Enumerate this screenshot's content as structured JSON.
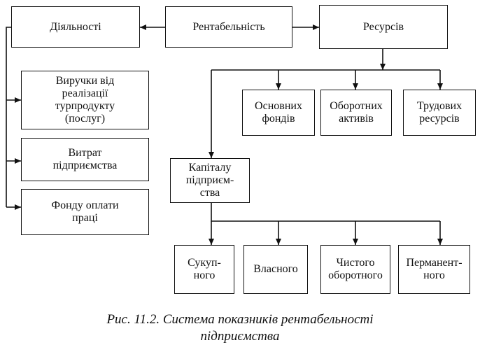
{
  "diagram": {
    "top": {
      "activity": "Діяльності",
      "profitability": "Рентабельність",
      "resources": "Ресурсів"
    },
    "activity_items": [
      "Виручки від\nреалізації\nтурпродукту\n(послуг)",
      "Витрат\nпідприємства",
      "Фонду оплати\nпраці"
    ],
    "resource_items": [
      "Основних\nфондів",
      "Оборотних\nактивів",
      "Трудових\nресурсів"
    ],
    "capital": "Капіталу\nпідприєм-\nства",
    "capital_items": [
      "Сукуп-\nного",
      "Власного",
      "Чистого\nоборотного",
      "Перманент-\nного"
    ]
  },
  "caption": {
    "line1": "Рис. 11.2. Система показників рентабельності",
    "line2": "підприємства"
  }
}
